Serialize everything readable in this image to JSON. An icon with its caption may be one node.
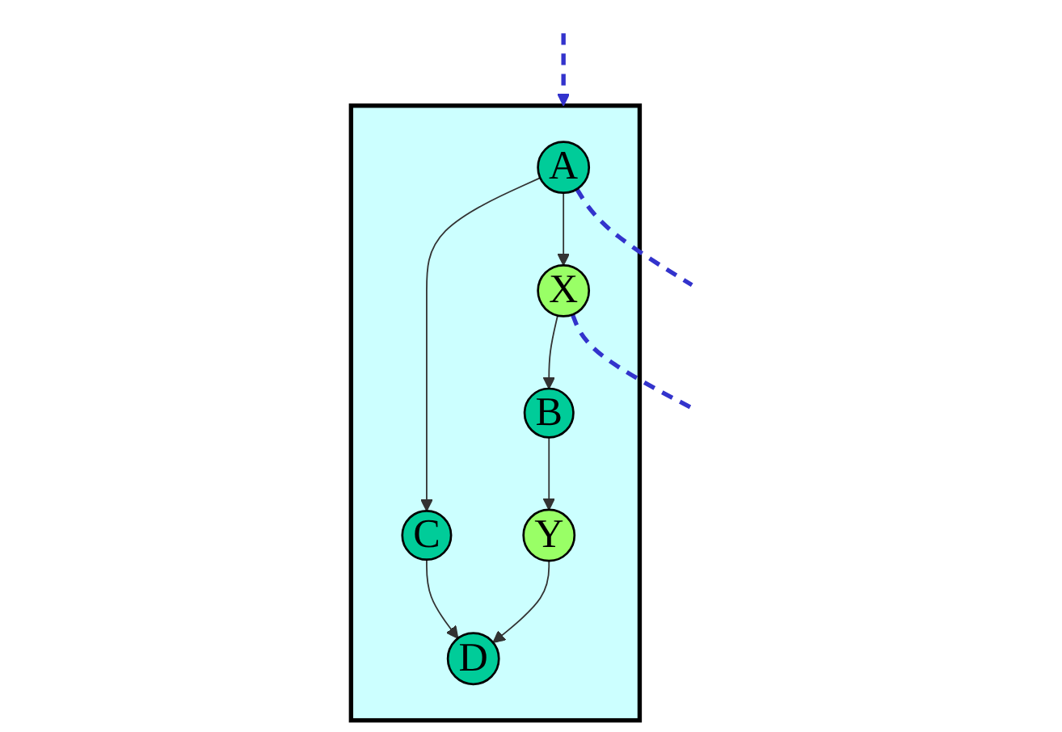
{
  "diagram": {
    "nodes": [
      {
        "text": [],
        "shape": "box"
      },
      {
        "text": [
          "A"
        ],
        "in": 0
      },
      {
        "text": [
          "X"
        ],
        "in": 0
      },
      {
        "text": [
          "C"
        ],
        "in": 0
      },
      {
        "text": [
          "B"
        ],
        "in": 0
      },
      {
        "text": [
          "Y"
        ],
        "in": 0
      },
      {
        "text": [
          "D"
        ],
        "in": 0
      }
    ],
    "edges": [
      {
        "from": 1,
        "to": 3,
        "arrow": "to"
      },
      {
        "from": 1,
        "to": 2,
        "arrow": "to"
      },
      {
        "from": 2,
        "to": 4,
        "arrow": "to"
      },
      {
        "from": 4,
        "to": 5,
        "arrow": "to"
      },
      {
        "from": 3,
        "to": 6,
        "arrow": "to"
      },
      {
        "from": 5,
        "to": 6,
        "arrow": "to"
      },
      {
        "from": null,
        "to": 0,
        "arrow": "to",
        "style": "dashed",
        "color": "#3333cc"
      },
      {
        "from": 1,
        "to": null,
        "arrow": "none",
        "style": "dashed",
        "color": "#3333cc"
      },
      {
        "from": 2,
        "to": null,
        "arrow": "none",
        "style": "dashed",
        "color": "#3333cc"
      }
    ]
  }
}
